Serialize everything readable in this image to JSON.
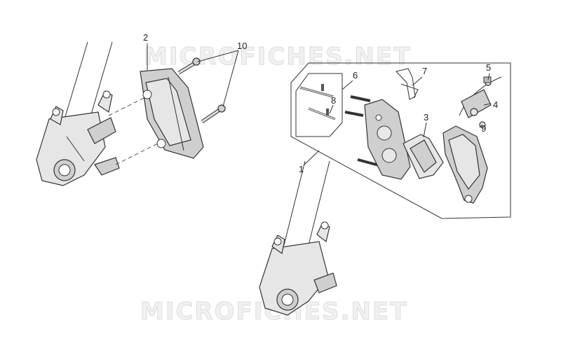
{
  "watermark": {
    "text": "MICROFICHES.NET"
  },
  "callouts": [
    {
      "id": "callout-1",
      "label": "1"
    },
    {
      "id": "callout-2",
      "label": "2"
    },
    {
      "id": "callout-3",
      "label": "3"
    },
    {
      "id": "callout-4",
      "label": "4"
    },
    {
      "id": "callout-5",
      "label": "5"
    },
    {
      "id": "callout-6",
      "label": "6"
    },
    {
      "id": "callout-7",
      "label": "7"
    },
    {
      "id": "callout-8",
      "label": "8"
    },
    {
      "id": "callout-9",
      "label": "9"
    },
    {
      "id": "callout-10",
      "label": "10"
    }
  ],
  "colors": {
    "background": "#ffffff",
    "line": "#333333",
    "part_fill": "#cfcfcf",
    "watermark": "#dcdcdc"
  }
}
